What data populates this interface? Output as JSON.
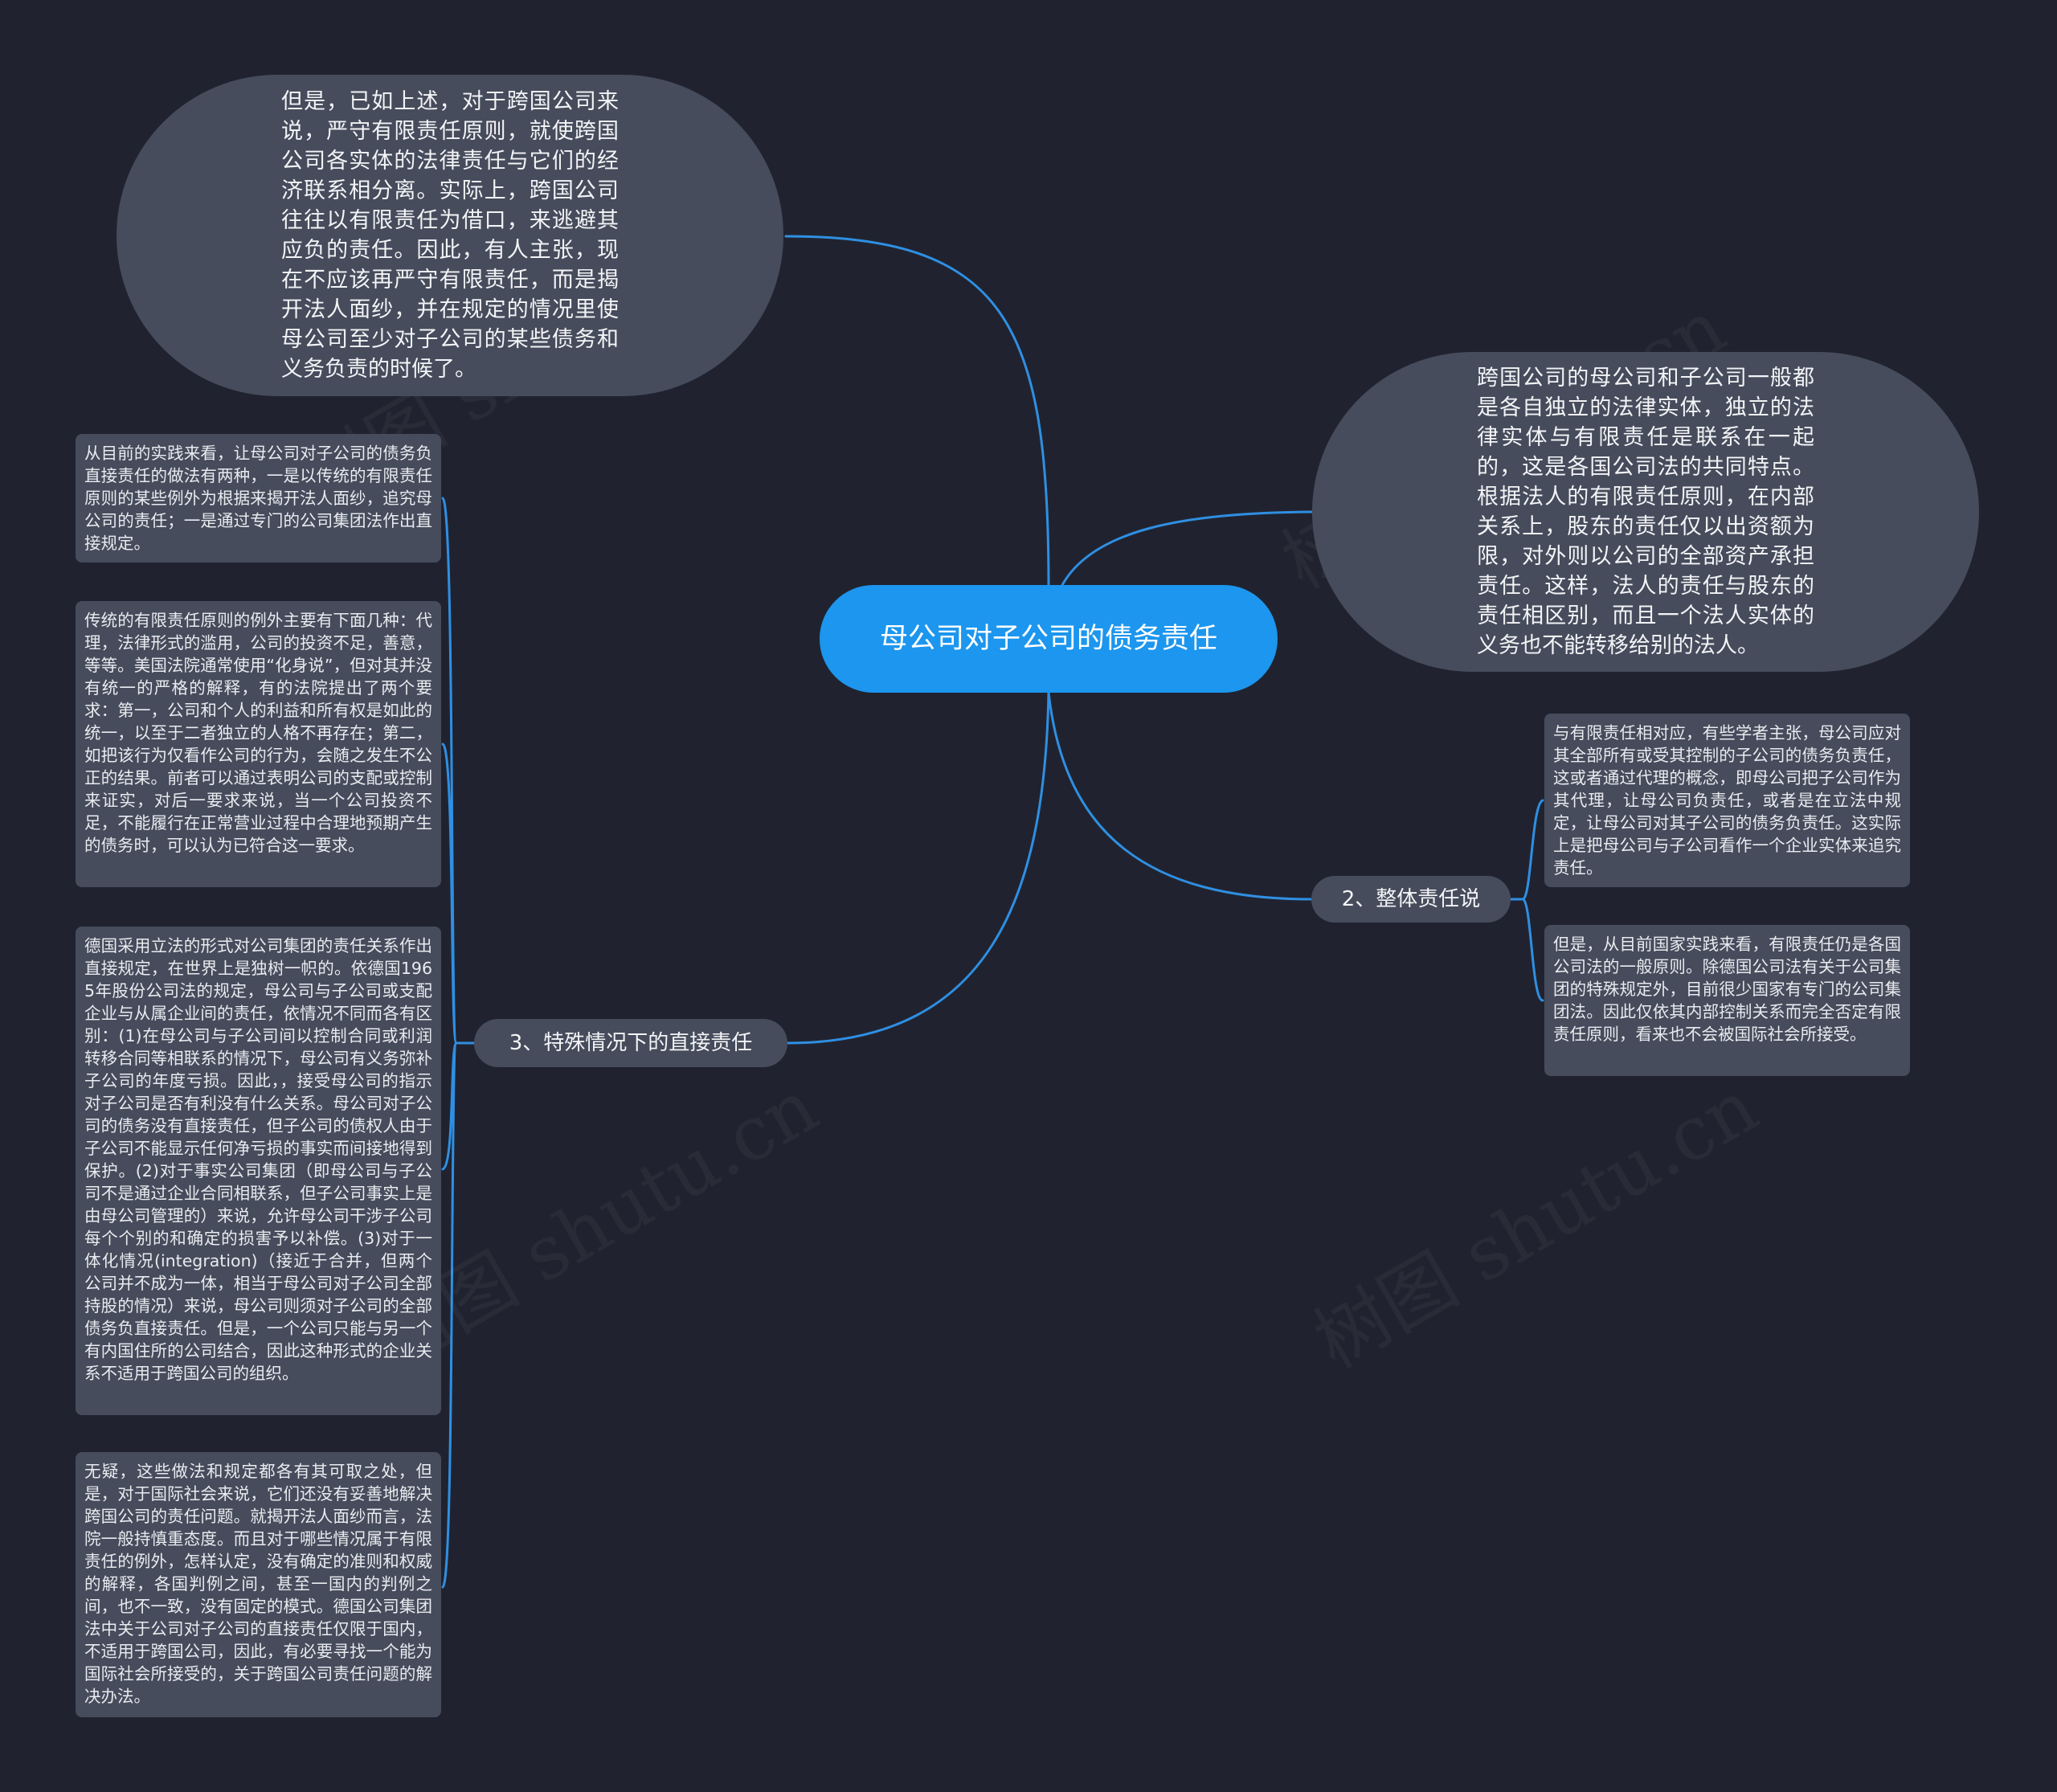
{
  "mindmap": {
    "root": "母公司对子公司的债务责任",
    "top_bubble": "但是，已如上述，对于跨国公司来说，严守有限责任原则，就使跨国公司各实体的法律责任与它们的经济联系相分离。实际上，跨国公司往往以有限责任为借口，来逃避其应负的责任。因此，有人主张，现在不应该再严守有限责任，而是揭开法人面纱，并在规定的情况里使母公司至少对子公司的某些债务和义务负责的时候了。",
    "right_bubble": "跨国公司的母公司和子公司一般都是各自独立的法律实体，独立的法律实体与有限责任是联系在一起的，这是各国公司法的共同特点。根据法人的有限责任原则，在内部关系上，股东的责任仅以出资额为限，对外则以公司的全部资产承担责任。这样，法人的责任与股东的责任相区别，而且一个法人实体的义务也不能转移给别的法人。",
    "branch_2": {
      "label": "2、整体责任说",
      "leaves": [
        "与有限责任相对应，有些学者主张，母公司应对其全部所有或受其控制的子公司的债务负责任，这或者通过代理的概念，即母公司把子公司作为其代理，让母公司负责任，或者是在立法中规定，让母公司对其子公司的债务负责任。这实际上是把母公司与子公司看作一个企业实体来追究责任。",
        "但是，从目前国家实践来看，有限责任仍是各国公司法的一般原则。除德国公司法有关于公司集团的特殊规定外，目前很少国家有专门的公司集团法。因此仅依其内部控制关系而完全否定有限责任原则，看来也不会被国际社会所接受。"
      ]
    },
    "branch_3": {
      "label": "3、特殊情况下的直接责任",
      "leaves": [
        "从目前的实践来看，让母公司对子公司的债务负直接责任的做法有两种，一是以传统的有限责任原则的某些例外为根据来揭开法人面纱，追究母公司的责任；一是通过专门的公司集团法作出直接规定。",
        "传统的有限责任原则的例外主要有下面几种：代理，法律形式的滥用，公司的投资不足，善意，等等。美国法院通常使用“化身说”，但对其并没有统一的严格的解释，有的法院提出了两个要求：第一，公司和个人的利益和所有权是如此的统一，以至于二者独立的人格不再存在；第二，如把该行为仅看作公司的行为，会随之发生不公正的结果。前者可以通过表明公司的支配或控制来证实，对后一要求来说，当一个公司投资不足，不能履行在正常营业过程中合理地预期产生的债务时，可以认为已符合这一要求。",
        "德国采用立法的形式对公司集团的责任关系作出直接规定，在世界上是独树一帜的。依德国1965年股份公司法的规定，母公司与子公司或支配企业与从属企业间的责任，依情况不同而各有区别：(1)在母公司与子公司间以控制合同或利润转移合同等相联系的情况下，母公司有义务弥补子公司的年度亏损。因此，，接受母公司的指示对子公司是否有利没有什么关系。母公司对子公司的债务没有直接责任，但子公司的债权人由于子公司不能显示任何净亏损的事实而间接地得到保护。(2)对于事实公司集团（即母公司与子公司不是通过企业合同相联系，但子公司事实上是由母公司管理的）来说，允许母公司干涉子公司每个个别的和确定的损害予以补偿。(3)对于一体化情况(integration)（接近于合并，但两个公司并不成为一体，相当于母公司对子公司全部持股的情况）来说，母公司则须对子公司的全部债务负直接责任。但是，一个公司只能与另一个有内国住所的公司结合，因此这种形式的企业关系不适用于跨国公司的组织。",
        "无疑，这些做法和规定都各有其可取之处，但是，对于国际社会来说，它们还没有妥善地解决跨国公司的责任问题。就揭开法人面纱而言，法院一般持慎重态度。而且对于哪些情况属于有限责任的例外，怎样认定，没有确定的准则和权威的解释，各国判例之间，甚至一国内的判例之间，也不一致，没有固定的模式。德国公司集团法中关于公司对子公司的直接责任仅限于国内，不适用于跨国公司，因此，有必要寻找一个能为国际社会所接受的，关于跨国公司责任问题的解决办法。"
      ]
    }
  },
  "watermark": "树图 shutu.cn",
  "colors": {
    "background": "#20232f",
    "root": "#1c96ee",
    "node": "#464c5c",
    "connector": "#2f8fe3"
  }
}
